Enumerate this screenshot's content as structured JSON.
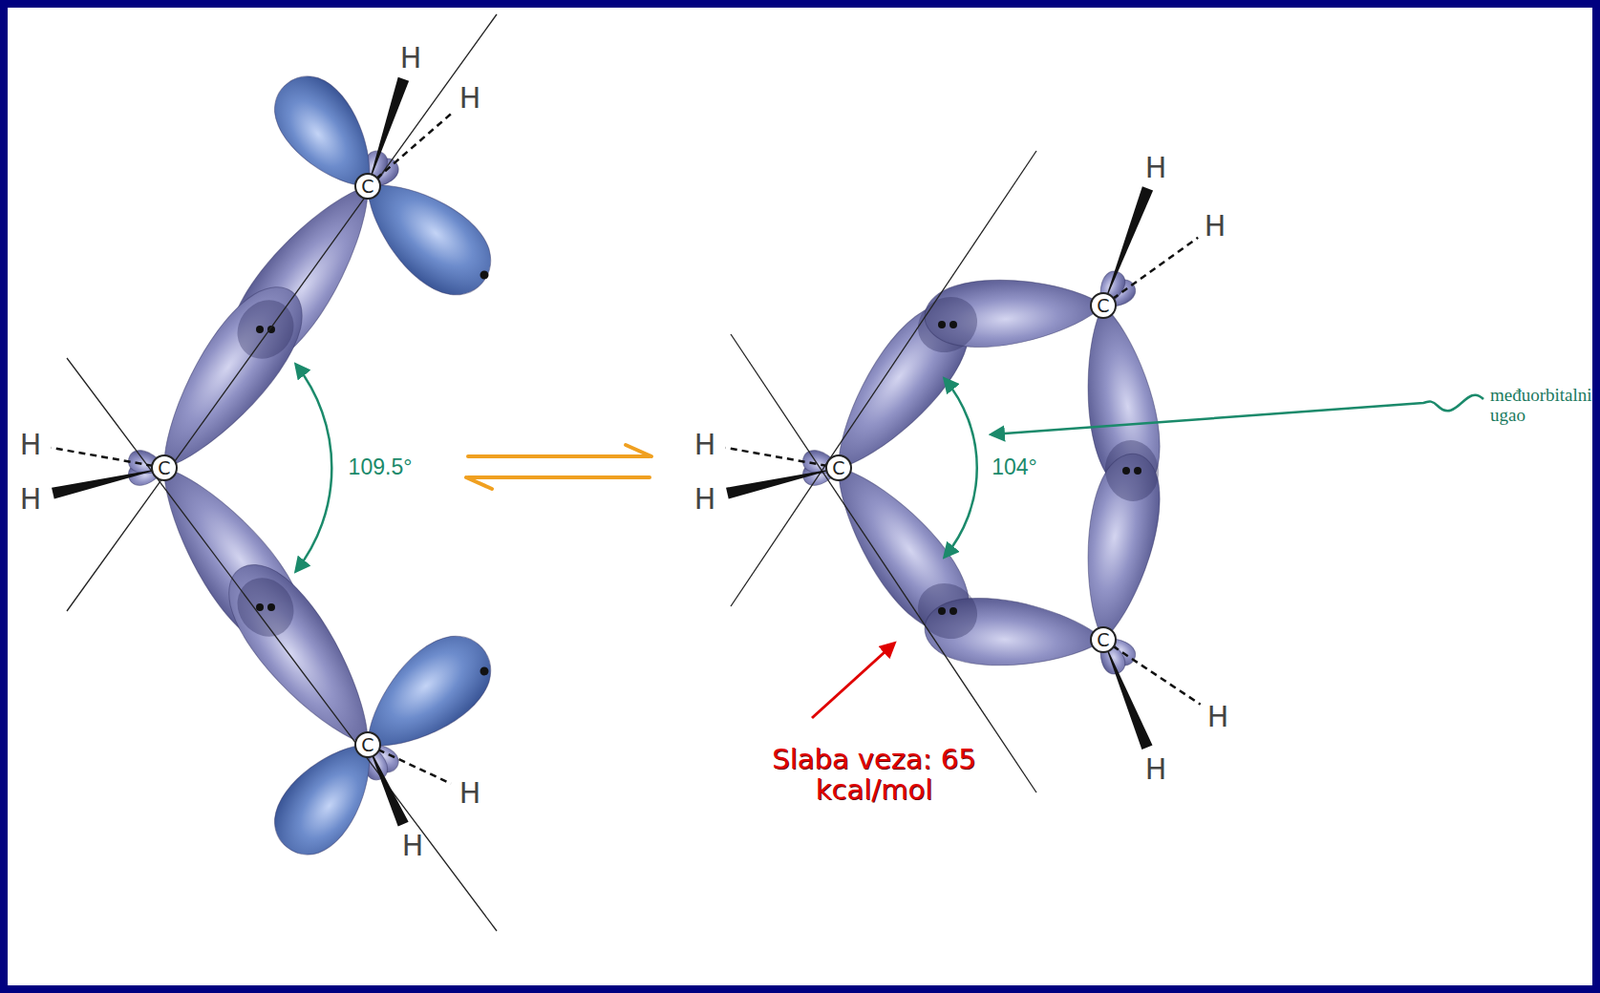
{
  "diagram": {
    "nodes": [
      {
        "text": [
          "C"
        ]
      },
      {
        "text": [
          "C"
        ]
      },
      {
        "text": [
          "C"
        ]
      },
      {
        "text": [
          "C"
        ]
      },
      {
        "text": [
          "C"
        ]
      },
      {
        "text": [
          "C"
        ]
      }
    ],
    "labels": [
      "H",
      "H",
      "H",
      "H",
      "H",
      "H",
      "H",
      "H",
      "109.5°",
      "104°",
      "međuorbitalni ugao",
      "Slaba veza: 65 kcal/mol",
      "H",
      "H",
      "H",
      "H"
    ]
  }
}
